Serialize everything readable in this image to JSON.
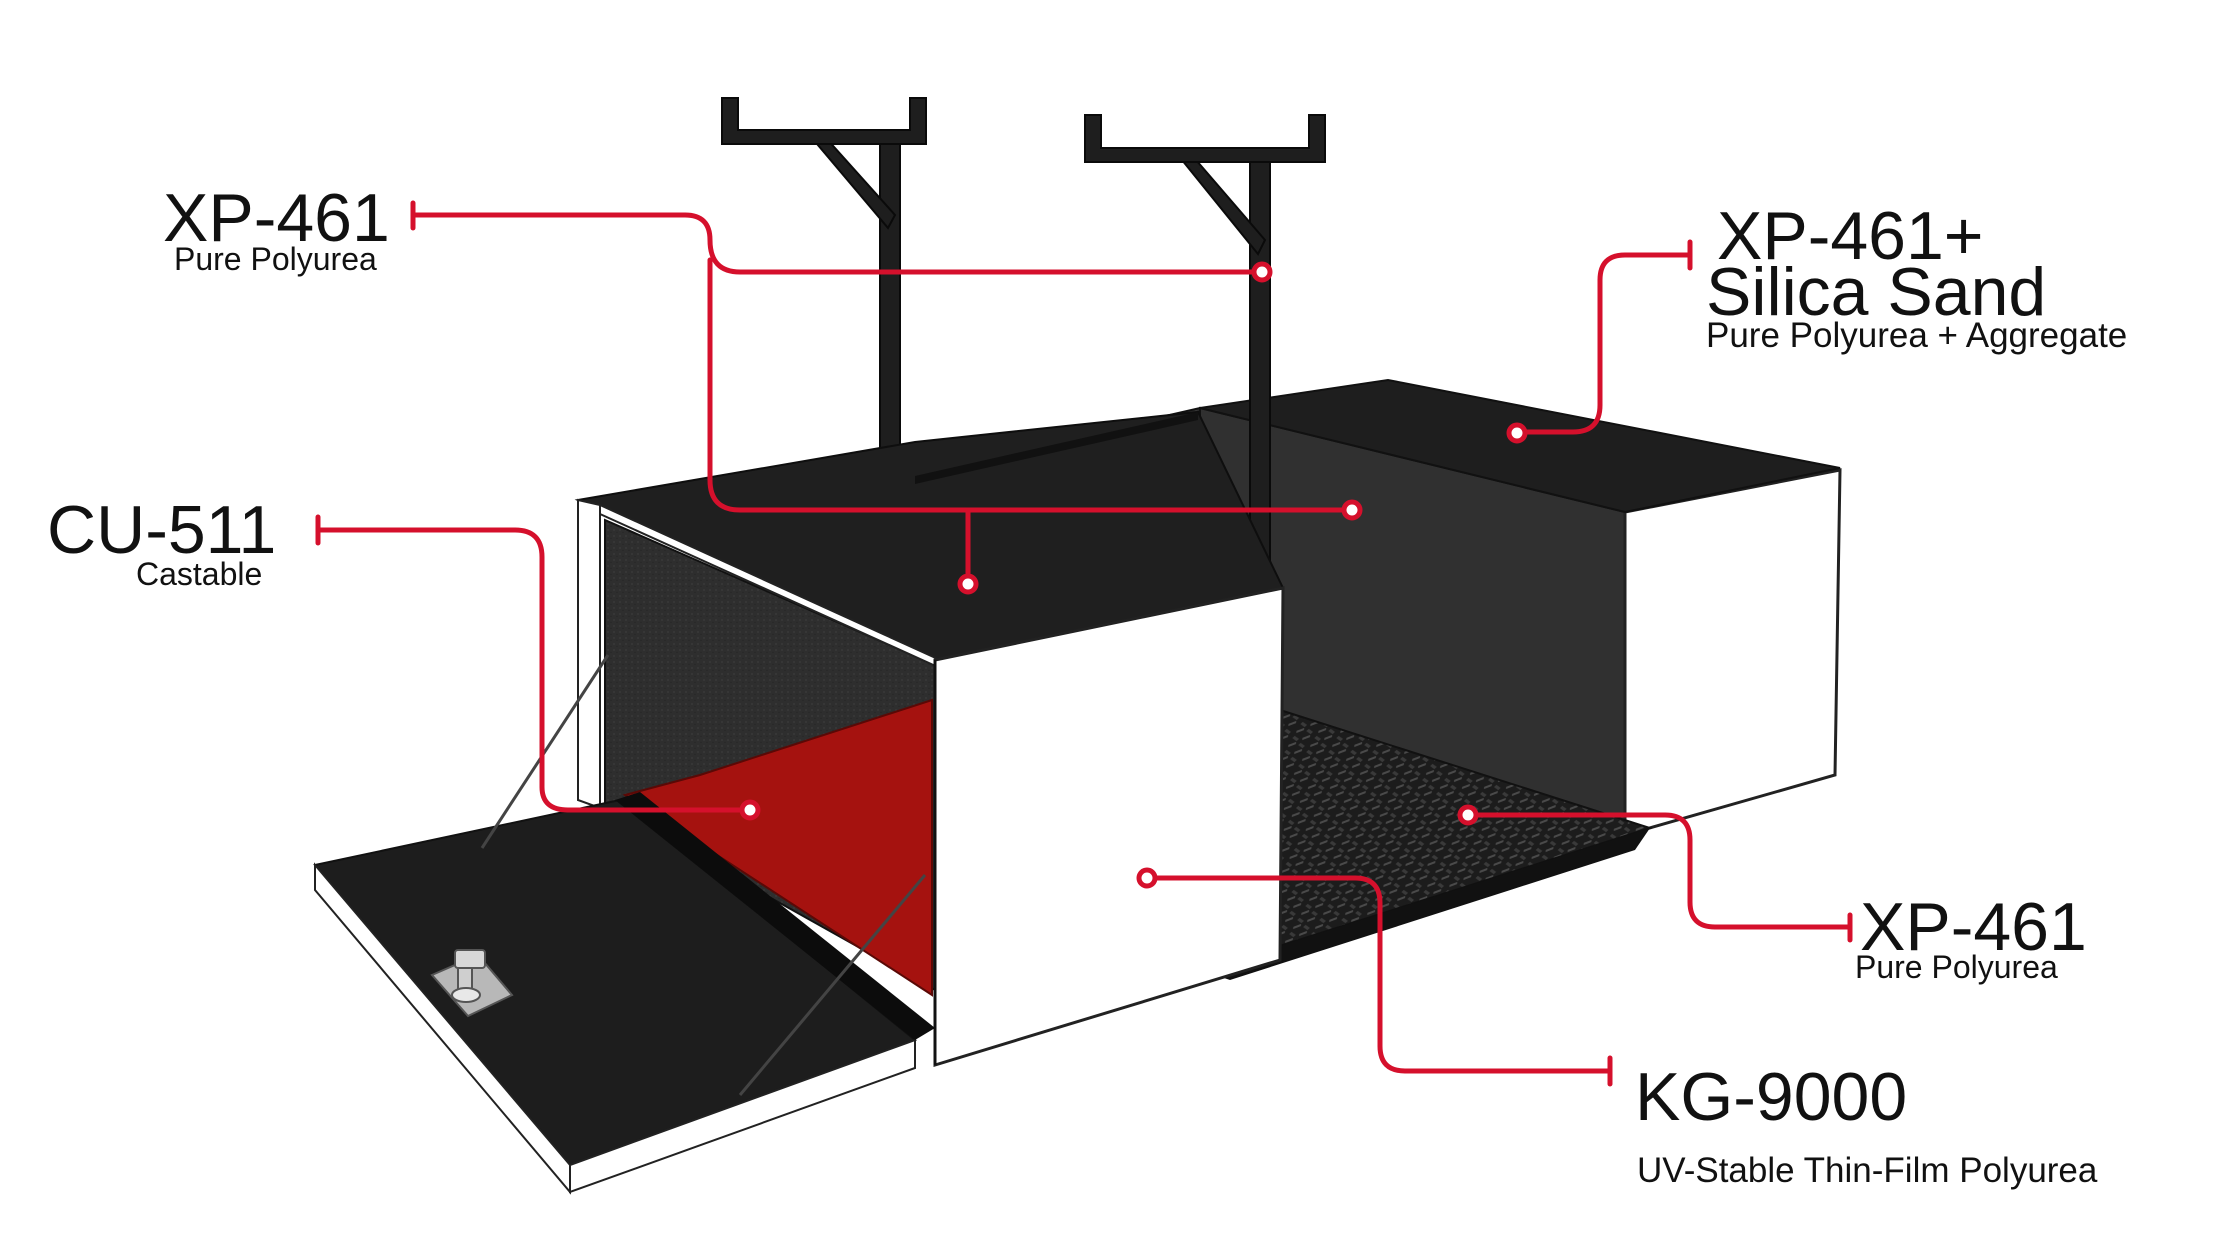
{
  "colors": {
    "accent": "#d5102c",
    "shell": "#1f1f1f",
    "interior": "#333333",
    "red_floor": "#a5120f",
    "wall": "#ffffff"
  },
  "callouts": [
    {
      "id": "xp461-rack",
      "title": "XP-461",
      "subtitle": "Pure Polyurea"
    },
    {
      "id": "xp461-silica",
      "title": "XP-461+",
      "title2": "Silica Sand",
      "subtitle": "Pure Polyurea + Aggregate"
    },
    {
      "id": "cu511",
      "title": "CU-511",
      "subtitle": "Castable"
    },
    {
      "id": "xp461-floor",
      "title": "XP-461",
      "subtitle": "Pure Polyurea"
    },
    {
      "id": "kg9000",
      "title": "KG-9000",
      "subtitle": "UV-Stable Thin-Film Polyurea"
    }
  ]
}
